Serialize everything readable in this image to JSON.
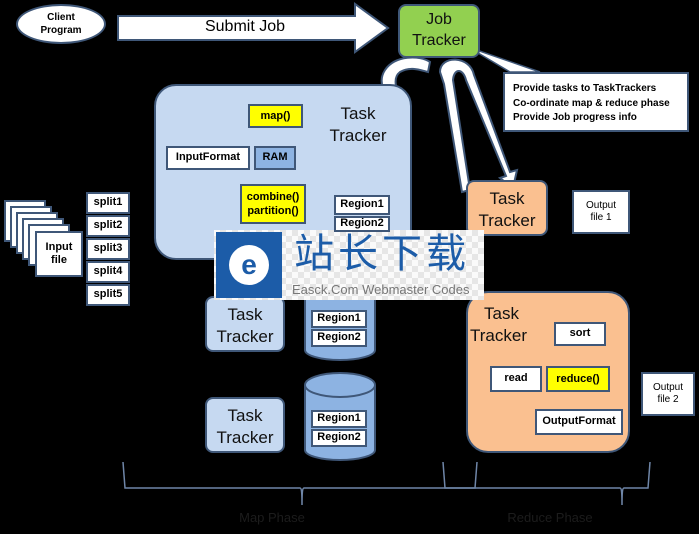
{
  "client": {
    "label": "Client\nProgram"
  },
  "submit": {
    "label": "Submit Job"
  },
  "job_tracker": {
    "label_line1": "Job",
    "label_line2": "Tracker"
  },
  "callout": {
    "lines": [
      "Provide tasks to TaskTrackers",
      "Co-ordinate map & reduce phase",
      "Provide Job progress info"
    ]
  },
  "map_task_tracker": {
    "title_line1": "Task",
    "title_line2": "Tracker",
    "input_format": "InputFormat",
    "map": "map()",
    "ram": "RAM",
    "combine": "combine()",
    "partition": "partition()",
    "regions": [
      "Region1",
      "Region2"
    ]
  },
  "input": {
    "label_line1": "Input",
    "label_line2": "file",
    "splits": [
      "split1",
      "split2",
      "split3",
      "split4",
      "split5"
    ]
  },
  "task_trackers_small": [
    {
      "line1": "Task",
      "line2": "Tracker",
      "regions": [
        "Region1",
        "Region2"
      ]
    },
    {
      "line1": "Task",
      "line2": "Tracker",
      "regions": [
        "Region1",
        "Region2"
      ]
    }
  ],
  "reduce_task_tracker_small": {
    "line1": "Task",
    "line2": "Tracker"
  },
  "reduce_task_tracker": {
    "title_line1": "Task",
    "title_line2": "Tracker",
    "read": "read",
    "sort": "sort",
    "reduce": "reduce()",
    "output_format": "OutputFormat"
  },
  "output_files": [
    {
      "line1": "Output",
      "line2": "file 1"
    },
    {
      "line1": "Output",
      "line2": "file 2"
    }
  ],
  "phases": {
    "map": "Map Phase",
    "reduce": "Reduce Phase"
  },
  "watermark": {
    "cn": "站长下载",
    "en": "Easck.Com Webmaster Codes"
  },
  "colors": {
    "map_bg": "#c6d9f1",
    "reduce_bg": "#fac090",
    "job_tracker": "#92d050",
    "highlight": "#ffff00"
  }
}
